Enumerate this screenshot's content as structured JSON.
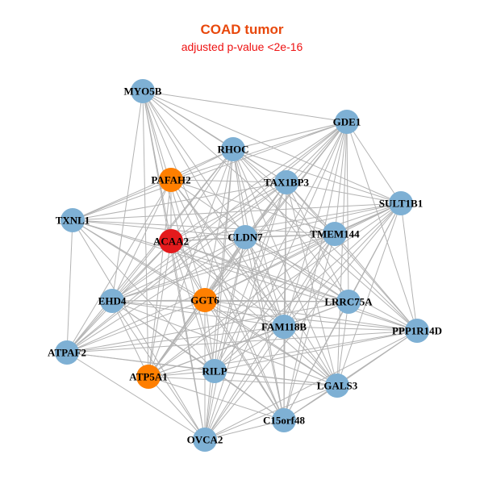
{
  "title": "COAD tumor",
  "subtitle": "adjusted p-value <2e-16",
  "colors": {
    "default_node": "#7eb0d4",
    "highlight_orange": "#ff7f00",
    "highlight_red": "#e41a1c",
    "edge": "#b3b3b3"
  },
  "nodes": [
    {
      "id": "MYO5B",
      "group": "default"
    },
    {
      "id": "GDE1",
      "group": "default"
    },
    {
      "id": "RHOC",
      "group": "default"
    },
    {
      "id": "PAFAH2",
      "group": "orange"
    },
    {
      "id": "TAX1BP3",
      "group": "default"
    },
    {
      "id": "SULT1B1",
      "group": "default"
    },
    {
      "id": "TXNL1",
      "group": "default"
    },
    {
      "id": "ACAA2",
      "group": "red"
    },
    {
      "id": "CLDN7",
      "group": "default"
    },
    {
      "id": "TMEM144",
      "group": "default"
    },
    {
      "id": "EHD4",
      "group": "default"
    },
    {
      "id": "GGT6",
      "group": "orange"
    },
    {
      "id": "LRRC75A",
      "group": "default"
    },
    {
      "id": "FAM118B",
      "group": "default"
    },
    {
      "id": "PPP1R14D",
      "group": "default"
    },
    {
      "id": "ATPAF2",
      "group": "default"
    },
    {
      "id": "ATP5A1",
      "group": "orange"
    },
    {
      "id": "RILP",
      "group": "default"
    },
    {
      "id": "LGALS3",
      "group": "default"
    },
    {
      "id": "C15orf48",
      "group": "default"
    },
    {
      "id": "OVCA2",
      "group": "default"
    }
  ]
}
